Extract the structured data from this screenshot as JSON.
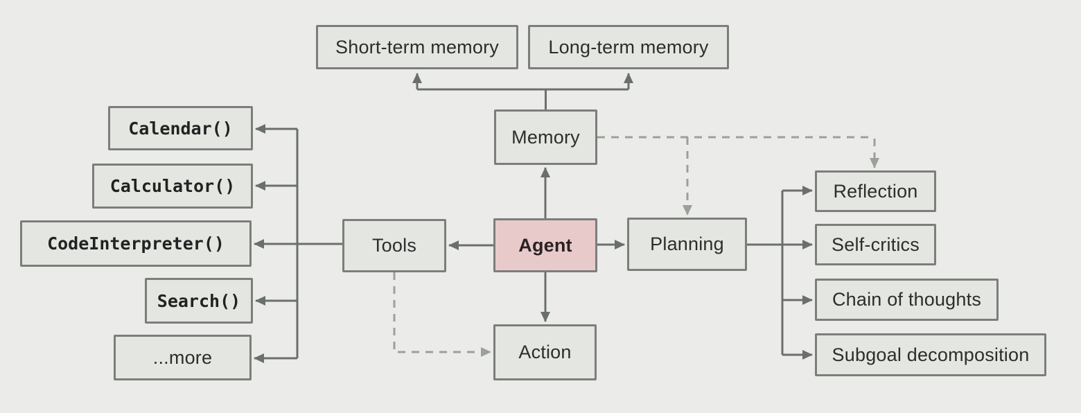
{
  "nodes": {
    "short_term_memory": {
      "label": "Short-term memory"
    },
    "long_term_memory": {
      "label": "Long-term memory"
    },
    "memory": {
      "label": "Memory"
    },
    "agent": {
      "label": "Agent"
    },
    "tools": {
      "label": "Tools"
    },
    "planning": {
      "label": "Planning"
    },
    "action": {
      "label": "Action"
    },
    "calendar": {
      "label": "Calendar()"
    },
    "calculator": {
      "label": "Calculator()"
    },
    "code_interpreter": {
      "label": "CodeInterpreter()"
    },
    "search": {
      "label": "Search()"
    },
    "more": {
      "label": "...more"
    },
    "reflection": {
      "label": "Reflection"
    },
    "self_critics": {
      "label": "Self-critics"
    },
    "chain_of_thoughts": {
      "label": "Chain of thoughts"
    },
    "subgoal_decomposition": {
      "label": "Subgoal decomposition"
    }
  },
  "colors": {
    "background": "#ebecea",
    "node_fill": "#e4e6e2",
    "node_border": "#7b7e7a",
    "agent_fill": "#e9caca",
    "solid_line": "#6b6f6b",
    "dashed_line": "#9aa09a",
    "text": "#2d2d2d"
  }
}
